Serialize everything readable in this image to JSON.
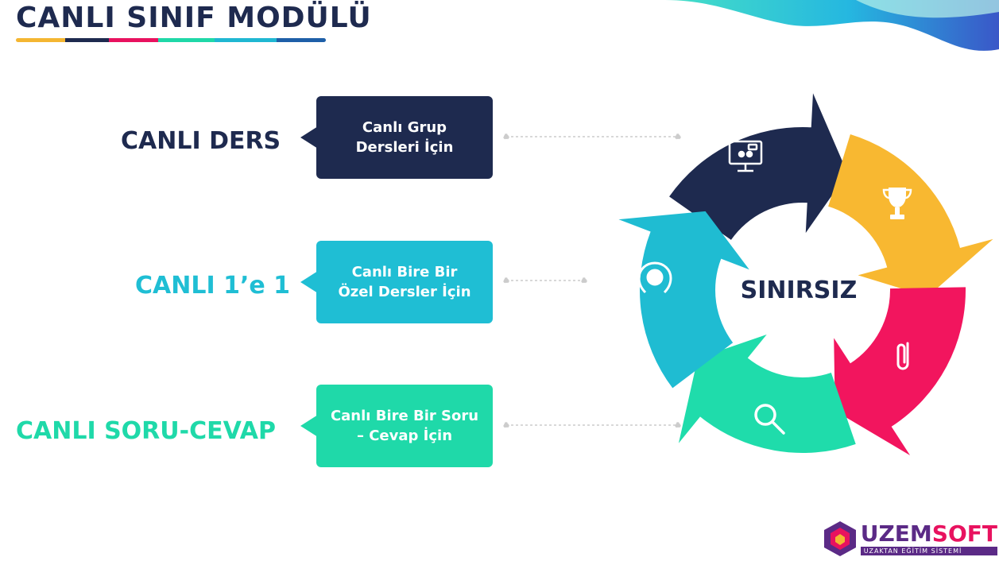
{
  "title": "CANLI SINIF MODÜLÜ",
  "underline_colors": [
    "#f4b632",
    "#1e2a4f",
    "#e8125f",
    "#1fd8a8",
    "#1fb7d2",
    "#1e5fa8"
  ],
  "rows": [
    {
      "label": "CANLI DERS",
      "label_color": "#1e2a4f",
      "box_color": "#1e2a4f",
      "lines": [
        "Canlı Grup",
        "Dersleri İçin"
      ]
    },
    {
      "label": "CANLI 1’e 1",
      "label_color": "#1fbed4",
      "box_color": "#1fbed4",
      "lines": [
        "Canlı Bire Bir",
        "Özel Dersler İçin"
      ]
    },
    {
      "label": "CANLI SORU-CEVAP",
      "label_color": "#1fd9a9",
      "box_color": "#1fd9a9",
      "lines": [
        "Canlı Bire Bir Soru",
        "– Cevap İçin"
      ]
    }
  ],
  "cycle": {
    "center_label": "SINIRSIZ",
    "arrows": [
      {
        "color": "#1e2a4f",
        "icon": "monitor-icon"
      },
      {
        "color": "#f8b831",
        "icon": "trophy-icon"
      },
      {
        "color": "#f2155e",
        "icon": "paperclip-icon"
      },
      {
        "color": "#1fdcab",
        "icon": "search-icon"
      },
      {
        "color": "#1fbcd2",
        "icon": "brain-head-icon"
      }
    ]
  },
  "logo": {
    "brand_a": "UZEM",
    "brand_b": "SOFT",
    "tagline": "UZAKTAN EĞİTİM SİSTEMİ",
    "color_a": "#5b2a86",
    "color_b": "#e8125f"
  }
}
